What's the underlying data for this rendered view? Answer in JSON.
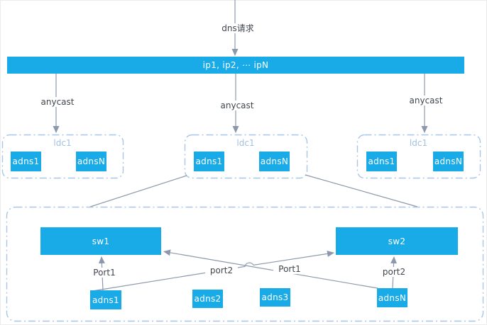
{
  "colors": {
    "box_blue": "#18ABE8",
    "border_blue": "#A8C6E6",
    "line_gray": "#8C99AC",
    "ldc_label_blue": "#A3C1E1",
    "label_dark": "#40464F"
  },
  "flow": {
    "dns_request": "dns请求",
    "ip_bar": "ip1,  ip2, ⋯  ipN",
    "anycast": [
      "anycast",
      "anycast",
      "anycast"
    ]
  },
  "idcs": [
    {
      "label": "ldc1",
      "nodes": [
        "adns1",
        "adnsN"
      ]
    },
    {
      "label": "ldc1",
      "nodes": [
        "adns1",
        "adnsN"
      ]
    },
    {
      "label": "ldc1",
      "nodes": [
        "adns1",
        "adnsN"
      ]
    }
  ],
  "cluster": {
    "switches": [
      "sw1",
      "sw2"
    ],
    "servers": [
      "adns1",
      "adns2",
      "adns3",
      "adnsN"
    ],
    "ports": [
      "Port1",
      "port2",
      "Port1",
      "port2"
    ]
  }
}
